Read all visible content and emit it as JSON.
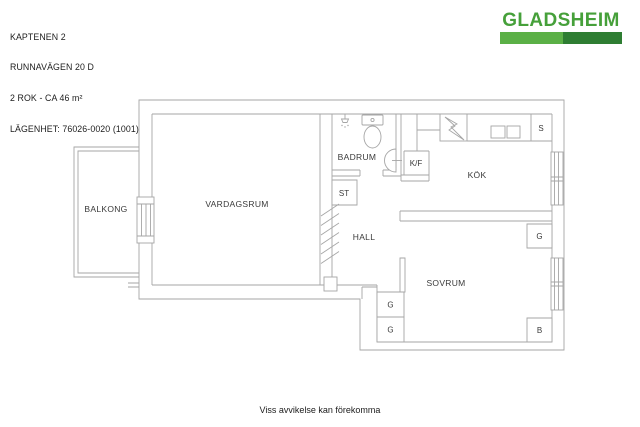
{
  "header": {
    "property": "KAPTENEN 2",
    "address": "RUNNAVÄGEN 20 D",
    "size": "2 ROK - CA 46 m²",
    "apartment": "LÄGENHET: 76026-0020 (1001)"
  },
  "logo": {
    "name": "GLADSHEIM",
    "text_color": "#46a03a",
    "bar_left_color": "#5bb046",
    "bar_right_color": "#2e7d32"
  },
  "plan": {
    "line_color": "#a6a6a6",
    "label_color": "#3a3a3a",
    "rooms": [
      {
        "label": "BALKONG"
      },
      {
        "label": "VARDAGSRUM"
      },
      {
        "label": "BADRUM"
      },
      {
        "label": "ST"
      },
      {
        "label": "HALL"
      },
      {
        "label": "K/F"
      },
      {
        "label": "KÖK"
      },
      {
        "label": "S"
      },
      {
        "label": "SOVRUM"
      }
    ],
    "closets": [
      {
        "label": "G"
      },
      {
        "label": "G"
      },
      {
        "label": "G"
      },
      {
        "label": "B"
      }
    ],
    "fixtures": [
      "toilet-icon",
      "shower-icon",
      "washbasin-icon",
      "stove-icon",
      "kitchen-sink-icon",
      "balcony-door",
      "window",
      "sliding-door-marks"
    ]
  },
  "footer": {
    "disclaimer": "Viss avvikelse kan förekomma"
  }
}
